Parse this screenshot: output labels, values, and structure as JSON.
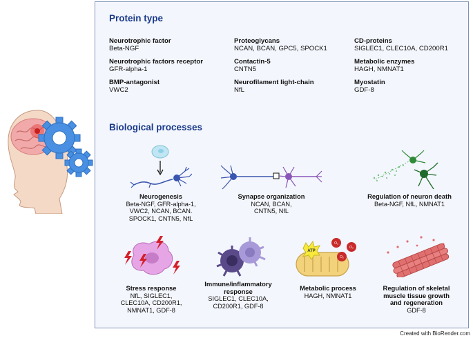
{
  "protein_type": {
    "title": "Protein type",
    "items": [
      {
        "name": "Neurotrophic factor",
        "genes": "Beta-NGF"
      },
      {
        "name": "Neurotrophic factors receptor",
        "genes": "GFR-alpha-1"
      },
      {
        "name": "BMP-antagonist",
        "genes": "VWC2"
      },
      {
        "name": "Proteoglycans",
        "genes": "NCAN, BCAN, GPC5, SPOCK1"
      },
      {
        "name": "Contactin-5",
        "genes": "CNTN5"
      },
      {
        "name": "Neurofilament light-chain",
        "genes": "NfL"
      },
      {
        "name": "CD-proteins",
        "genes": "SIGLEC1, CLEC10A, CD200R1"
      },
      {
        "name": "Metabolic enzymes",
        "genes": "HAGH, NMNAT1"
      },
      {
        "name": "Myostatin",
        "genes": "GDF-8"
      }
    ]
  },
  "biological_processes": {
    "title": "Biological processes",
    "items": [
      {
        "name": "Neurogenesis",
        "genes": "Beta-NGF, GFR-alpha-1,\nVWC2, NCAN, BCAN.\nSPOCK1, CNTN5, NfL"
      },
      {
        "name": "Synapse organization",
        "genes": "NCAN, BCAN,\nCNTN5, NfL"
      },
      {
        "name": "Regulation of neuron death",
        "genes": "Beta-NGF, NfL, NMNAT1"
      },
      {
        "name": "Stress response",
        "genes": "NfL, SIGLEC1,\nCLEC10A, CD200R1,\nNMNAT1, GDF-8"
      },
      {
        "name": "Immune/inflammatory\nresponse",
        "genes": "SIGLEC1, CLEC10A,\nCD200R1, GDF-8"
      },
      {
        "name": "Metabolic process",
        "genes": "HAGH, NMNAT1"
      },
      {
        "name": "Regulation of skeletal\nmuscle tissue growth\nand regeneration",
        "genes": "GDF-8"
      }
    ]
  },
  "illustration_labels": {
    "atp": "ATP",
    "o2": "O₂"
  },
  "credit": "Created with BioRender.com",
  "colors": {
    "title_blue": "#1a3a8a",
    "panel_border": "#7d93b8",
    "panel_bg": "#f3f6fc",
    "neuron_blue": "#3a55b0",
    "neuron_purple": "#8a55b8",
    "neuron_green": "#2f8a3a",
    "stress_pink": "#d68ad8",
    "bolt_red": "#d4202a",
    "immune_purple": "#5a4a8a",
    "mito_yellow": "#f2d27a",
    "muscle_red": "#e07070",
    "gear_blue": "#4a90e2"
  }
}
